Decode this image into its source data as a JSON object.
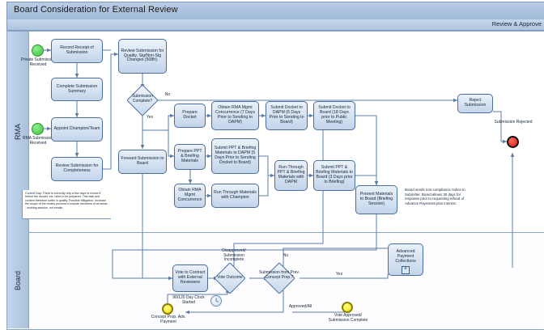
{
  "header": {
    "title": "Board Consideration for External Review",
    "subtitle": "Review & Approve"
  },
  "lanes": [
    {
      "id": "rma",
      "label": "RMA"
    },
    {
      "id": "board",
      "label": "Board"
    }
  ],
  "events": [
    {
      "id": "ev-private-start",
      "type": "start",
      "label": "Private Submission Received"
    },
    {
      "id": "ev-rma-start",
      "type": "start",
      "label": "RMA Submission Received"
    },
    {
      "id": "ev-submission-rejected",
      "type": "end",
      "label": "Submission Rejected"
    },
    {
      "id": "ev-timer-clock",
      "type": "timer",
      "label": "90/120 Day Clock Started"
    },
    {
      "id": "ev-concept-prop",
      "type": "intermediate",
      "label": "Concept Prop. Adv. Payment"
    },
    {
      "id": "ev-vote-approved",
      "type": "intermediate",
      "label": "Vote Approved/ Submission Complete"
    }
  ],
  "tasks": [
    {
      "id": "record-receipt",
      "label": "Record Receipt of Submission"
    },
    {
      "id": "complete-summary",
      "label": "Complete Submission Summary"
    },
    {
      "id": "appoint-champion",
      "label": "Appoint Champion/Team"
    },
    {
      "id": "review-completeness",
      "label": "Review Submission for Completeness"
    },
    {
      "id": "review-quality",
      "label": "Review Submission for Quality, Sig/Non-Sig Changes (508h)."
    },
    {
      "id": "forward-board",
      "label": "Forward Submission to Board"
    },
    {
      "id": "prepare-docket",
      "label": "Prepare Docket"
    },
    {
      "id": "obtain-concurrence-docket",
      "label": "Obtain RMA Mgmt Concurrence (7 Days Prior to Sending to DAPM)"
    },
    {
      "id": "submit-docket-dapm",
      "label": "Submit Docket to DAPM (6 Days Prior to Sending to Board)"
    },
    {
      "id": "submit-docket-board",
      "label": "Submit Docket to Board (18 Days prior to Public Meeting)"
    },
    {
      "id": "prepare-ppt",
      "label": "Prepare PPT & Briefing Materials"
    },
    {
      "id": "obtain-concurrence-ppt",
      "label": "Obtain RMA Mgmt Concurrence"
    },
    {
      "id": "submit-ppt-dapm",
      "label": "Submit PPT & Briefing Materials to DAPM (5 Days Prior to Sending Docket to Board)"
    },
    {
      "id": "run-through-champion",
      "label": "Run Through Materials with Champion"
    },
    {
      "id": "run-through-dapm",
      "label": "Run-Through PPT & Briefing Materials with DAPM"
    },
    {
      "id": "submit-ppt-board",
      "label": "Submit PPT & Briefing Materials to Board (3 Days prior to Briefing)"
    },
    {
      "id": "present-materials",
      "label": "Present Materials to Board (Briefing Session)"
    },
    {
      "id": "reject-submission",
      "label": "Reject Submission"
    },
    {
      "id": "vote-contract",
      "label": "Vote to Contract with External Reviewers"
    },
    {
      "id": "advanced-payment",
      "label": "Advanced Payment Collections",
      "marker": "+"
    }
  ],
  "gateways": [
    {
      "id": "gw-submission-complete",
      "label": "Submission Complete?"
    },
    {
      "id": "gw-vote-outcome",
      "label": "Vote Outcome"
    },
    {
      "id": "gw-prev-concept",
      "label": "Submission from Prev. Concept Prop.?"
    }
  ],
  "flow_labels": [
    {
      "id": "lbl-no-complete",
      "text": "No"
    },
    {
      "id": "lbl-yes-complete",
      "text": "Yes"
    },
    {
      "id": "lbl-disapproved",
      "text": "Disapproved/ Submission Incomplete"
    },
    {
      "id": "lbl-no-prev",
      "text": "No"
    },
    {
      "id": "lbl-yes-prev",
      "text": "Yes"
    },
    {
      "id": "lbl-approved-all",
      "text": "Approved/All"
    }
  ],
  "annotations": [
    {
      "id": "note-current-gap",
      "text": "Current Gap: There is currently only a few days to review it before the docket, etc. have to be prepared.  This task and content therefore suffer in quality.  Possible Mitigation: Increase the scope of the review process to include members of all areas -- working session, not emails."
    },
    {
      "id": "note-non-compliance",
      "text": "Board sends non-compliance notice to Submitter. Board allows 30 days for response prior to requesting refund of Advance Payments plus interest."
    }
  ],
  "colors": {
    "task_border": "#4a6d9b",
    "task_fill_top": "#eaf1f9",
    "task_fill_bottom": "#c3d5ea",
    "lane_header": "#b5cae2",
    "start_event": "#3fbf3f",
    "end_event": "#e01b10",
    "intermediate_event": "#f2e205",
    "connector": "#5b7ca6"
  }
}
